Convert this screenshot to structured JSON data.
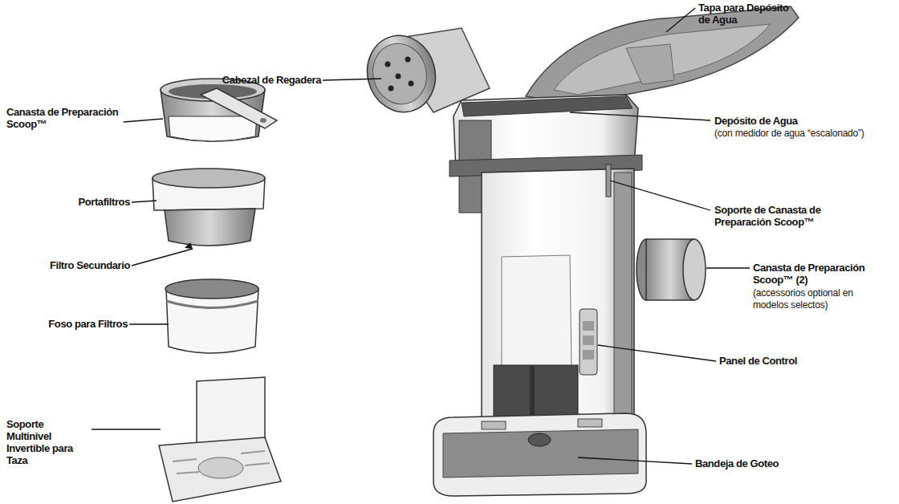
{
  "diagram": {
    "labels": [
      "Tapa para Depósito de Agua",
      "Cabezal de Regadera",
      "Canasta de Preparación Scoop™",
      "Depósito de Agua",
      "(con medidor de agua “escalonado”)",
      "Portafiltros",
      "Soporte de Canasta de Preparación Scoop™",
      "Filtro Secundario",
      "Canasta de Preparación Scoop™ (2)",
      "(accessorios optional en modelos selectos)",
      "Foso para Filtros",
      "Panel de Control",
      "Soporte Multinivel Invertible para Taza",
      "Bandeja de Goteo"
    ]
  }
}
